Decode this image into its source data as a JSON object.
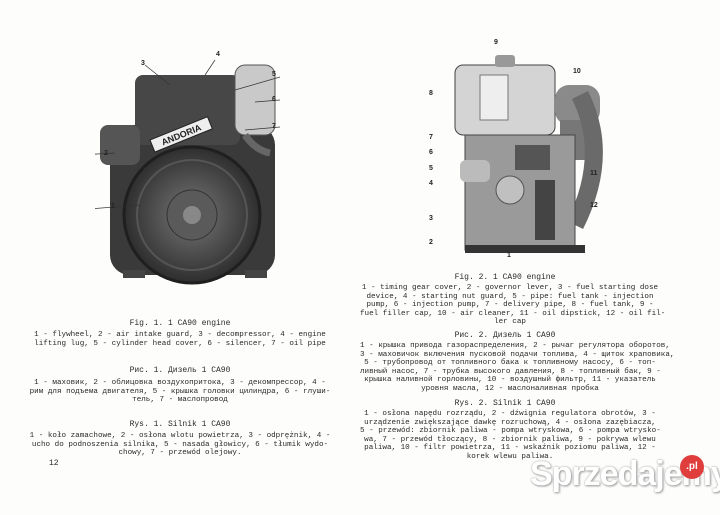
{
  "left_page": {
    "figure": {
      "callouts": [
        "1",
        "2",
        "3",
        "4",
        "5",
        "6",
        "7"
      ],
      "badge_text": "ANDORIA"
    },
    "captions": {
      "en_title": "Fig. 1. 1 CA90 engine",
      "en_body": "1 - flywheel, 2 - air intake guard, 3 - decompressor, 4 - engine\nlifting lug, 5 - cylinder head cover, 6 - silencer, 7 - oil pipe",
      "ru_title": "Рис. 1. Дизель 1 CA90",
      "ru_body": "1 - маховик, 2 - облицовка воздухопритока, 3 - декомпрессор, 4 -\nрим для подъема двигателя, 5 - крышка головки цилиндра, 6 - глуши-\nтель, 7 - маслопровод",
      "pl_title": "Rys. 1. Silnik 1 CA90",
      "pl_body": "1 - koło zamachowe, 2 - osłona wlotu powietrza, 3 - odprężnik, 4 -\nucho do podnoszenia silnika, 5 - nasada głowicy, 6 - tłumik wydo-\nchowy, 7 - przewód olejowy."
    },
    "page_number": "12"
  },
  "right_page": {
    "figure": {
      "callouts": [
        "1",
        "2",
        "3",
        "4",
        "5",
        "6",
        "7",
        "8",
        "9",
        "10",
        "11",
        "12"
      ]
    },
    "captions": {
      "en_title": "Fig. 2. 1 CA90 engine",
      "en_body": "1 - timing gear cover, 2 - governor lever, 3 - fuel starting dose\ndevice, 4 - starting nut guard, 5 - pipe: fuel tank - injection\npump, 6 - injection pump, 7 - delivery pipe, 8 - fuel tank, 9 -\nfuel filler cap, 10 - air cleaner, 11 - oil dipstick, 12 - oil fil-\nler cap",
      "ru_title": "Рис. 2. Дизель 1 CA90",
      "ru_body": "1 - крышка привода газораспределения, 2 - рычаг регулятора оборотов,\n3 - маховичок включения пусковой подачи топлива, 4 - щиток храповика,\n5 - трубопровод от топливного бака к топливному насосу, 6 - топ-\nливный насос, 7 - трубка высокого давления, 8 - топливный бак, 9 -\nкрышка наливной горловины, 10 - воздушный фильтр, 11 - указатель\nуровня масла, 12 - маслоналивная пробка",
      "pl_title": "Rys. 2. Silnik 1 CA90",
      "pl_body": "1 - osłona napędu rozrządu, 2 - dźwignia regulatora obrotów, 3 -\nurządzenie zwiększające dawkę rozruchową, 4 - osłona zazębiacza,\n5 - przewód: zbiornik paliwa - pompa wtryskowa, 6 - pompa wtrysko-\nwa, 7 - przewód tłoczący, 8 - zbiornik paliwa, 9 - pokrywa wlewu\npaliwa, 10 - filtr powietrza, 11 - wskaźnik poziomu paliwa, 12 -\nkorek wlewu paliwa."
    }
  },
  "watermark": {
    "text": "Sprzedajemy",
    "badge": ".pl",
    "badge_color": "#e03d3d"
  }
}
